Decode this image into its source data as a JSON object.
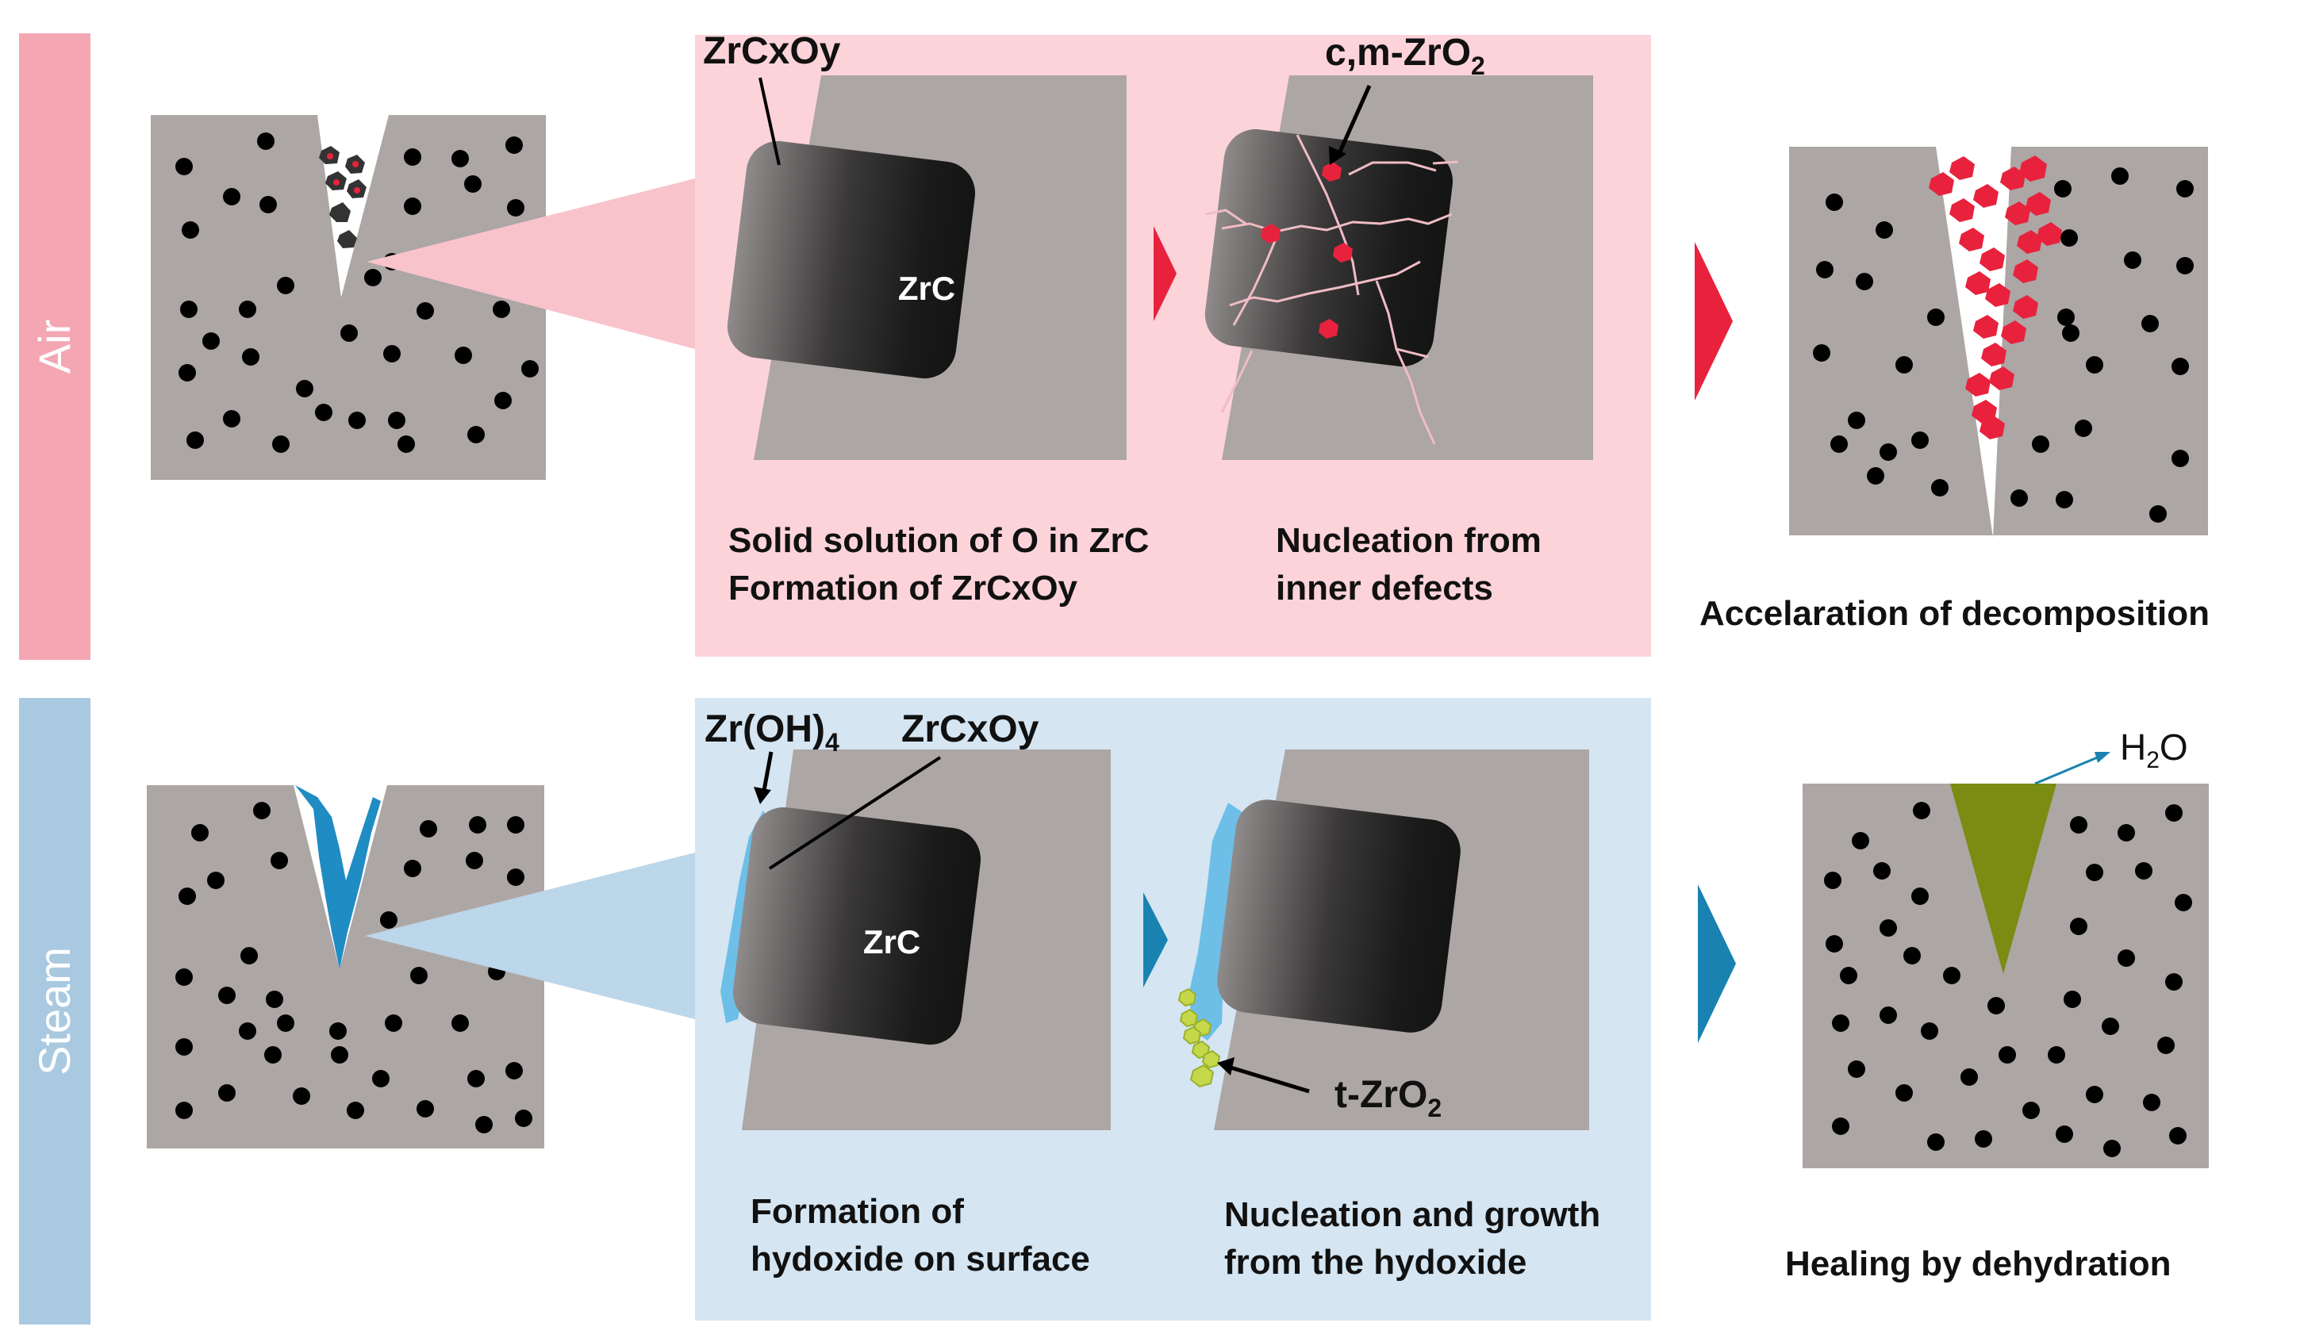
{
  "rows": {
    "air": {
      "side_label": "Air",
      "grain_labels": {
        "zrcxoy": "ZrCxOy",
        "zrc": "ZrC",
        "product": "c,m-ZrO",
        "product_sub": "2"
      },
      "step1_caption": [
        "Solid solution of O in ZrC",
        "Formation of ZrCxOy"
      ],
      "step2_caption": [
        "Nucleation from",
        "inner defects"
      ],
      "result_caption": "Accelaration of decomposition"
    },
    "steam": {
      "side_label": "Steam",
      "grain_labels": {
        "hydroxide": "Zr(OH)",
        "hydroxide_sub": "4",
        "zrcxoy": "ZrCxOy",
        "zrc": "ZrC",
        "product": "t-ZrO",
        "product_sub": "2"
      },
      "step1_caption": [
        "Formation of",
        "hydoxide on surface"
      ],
      "step2_caption": [
        "Nucleation and growth",
        "from the hydoxide"
      ],
      "result_caption": "Healing by dehydration",
      "released_gas": "H",
      "released_gas_sub": "2",
      "released_gas_tail": "O"
    }
  },
  "colors": {
    "air_band": "#f4a7b3",
    "air_panel": "#fdd3da",
    "steam_band": "#a9c9e0",
    "steam_panel": "#d5e5f2",
    "matrix": "#aca6a5",
    "particle": "#111111",
    "oxide_red": "#e8223d",
    "arrow_red": "#e8223d",
    "arrow_blue": "#1a82b0",
    "hydroxide_blue": "#3fa7d8",
    "tzro2_green": "#c4d84a",
    "sealed_crack": "#7a8c12"
  }
}
